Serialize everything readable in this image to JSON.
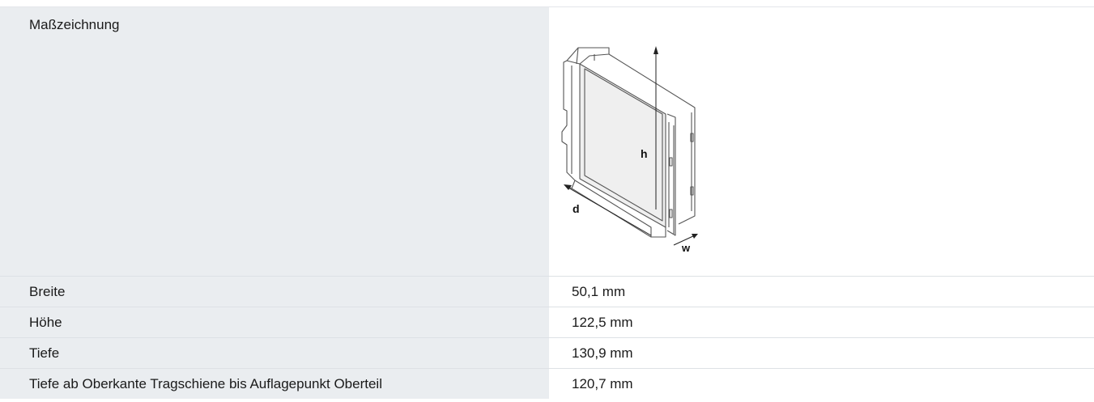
{
  "table": {
    "drawing_label": "Maßzeichnung",
    "drawing_dimensions": {
      "height_label": "h",
      "depth_label": "d",
      "width_label": "w"
    },
    "rows": [
      {
        "label": "Breite",
        "value": "50,1 mm"
      },
      {
        "label": "Höhe",
        "value": "122,5 mm"
      },
      {
        "label": "Tiefe",
        "value": "130,9 mm"
      },
      {
        "label": "Tiefe ab Oberkante Tragschiene bis Auflagepunkt Oberteil",
        "value": "120,7 mm"
      }
    ]
  }
}
